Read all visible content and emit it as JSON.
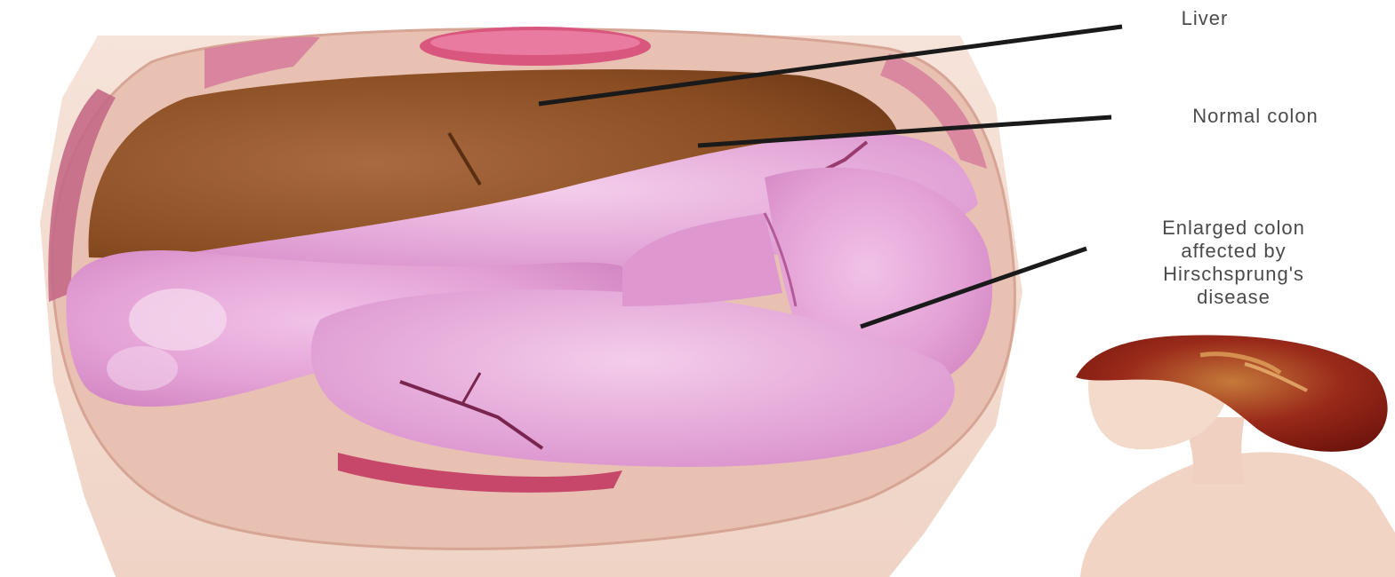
{
  "labels": {
    "liver": "Liver",
    "normal_colon": "Normal colon",
    "enlarged_colon_line1": "Enlarged colon",
    "enlarged_colon_line2": "affected by",
    "enlarged_colon_line3": "Hirschsprung's",
    "enlarged_colon_line4": "disease"
  },
  "colors": {
    "liver": "#8a4d22",
    "colon": "#e8a6d8",
    "skin": "#f3d9cc",
    "hair": "#8e1e14",
    "leader_line": "#1a1a1a",
    "label_text": "#4a4a4a"
  }
}
